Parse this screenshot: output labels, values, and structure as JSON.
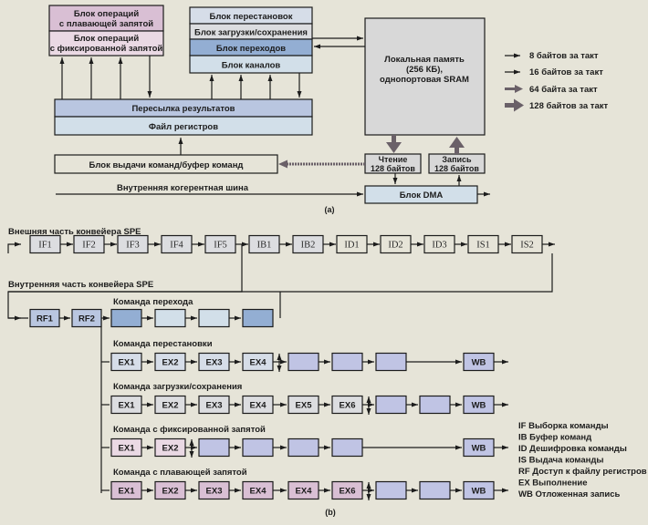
{
  "colors": {
    "background": "#e6e4d8",
    "float_unit": "#d9bfd4",
    "fixed_unit": "#ead9e4",
    "permute": "#d6dde8",
    "loadstore": "#dcdde0",
    "branch": "#93aed3",
    "channel": "#d2dfe9",
    "forward": "#b9c6e0",
    "regfile": "#d2dfe9",
    "local_store": "#d8d8d8",
    "rw_box": "#d8d8d8",
    "dma": "#d2dfe9",
    "front_stage": "#dcdde0",
    "rf_stage": "#b9c6e0",
    "branch_dark": "#93aed3",
    "branch_light": "#d2dfe9",
    "exec_violet": "#c0c4e4",
    "ex_gray": "#dcdde0",
    "ex_pink_light": "#ead9e4",
    "ex_pink": "#d9bfd4",
    "thick_arrow": "#6a6068"
  },
  "part_a": {
    "label": "(a)",
    "float_unit": [
      "Блок операций",
      "с плавающей запятой"
    ],
    "fixed_unit": [
      "Блок операций",
      "с фиксированной запятой"
    ],
    "permute_unit": "Блок перестановок",
    "loadstore_unit": "Блок загрузки/сохранения",
    "branch_unit": "Блок переходов",
    "channel_unit": "Блок каналов",
    "result_forwarding": "Пересылка результатов",
    "register_file": "Файл регистров",
    "issue_buffer": "Блок выдачи команд/буфер команд",
    "internal_bus": "Внутренняя когерентная шина",
    "local_store": [
      "Локальная память",
      "(256 КБ),",
      "однопортовая SRAM"
    ],
    "read": [
      "Чтение",
      "128 байтов"
    ],
    "write": [
      "Запись",
      "128 байтов"
    ],
    "dma": "Блок DMA",
    "legend": [
      {
        "label": "8 байтов за такт",
        "style": "thin"
      },
      {
        "label": "16 байтов за такт",
        "style": "thin"
      },
      {
        "label": "64 байта за такт",
        "style": "medium"
      },
      {
        "label": "128 байтов за такт",
        "style": "thick"
      }
    ]
  },
  "part_b": {
    "label": "(b)",
    "front_title": "Внешняя часть конвейера SPE",
    "front_stages": [
      "IF1",
      "IF2",
      "IF3",
      "IF4",
      "IF5",
      "IB1",
      "IB2",
      "ID1",
      "ID2",
      "ID3",
      "IS1",
      "IS2"
    ],
    "back_title": "Внутренняя часть конвейера SPE",
    "rf_stages": [
      "RF1",
      "RF2"
    ],
    "branch": {
      "title": "Команда перехода",
      "stages": [
        "",
        "",
        "",
        ""
      ]
    },
    "permute": {
      "title": "Команда перестановки",
      "stages": [
        "EX1",
        "EX2",
        "EX3",
        "EX4",
        "",
        "",
        "",
        "WB"
      ]
    },
    "loadstore": {
      "title": "Команда загрузки/сохранения",
      "stages": [
        "EX1",
        "EX2",
        "EX3",
        "EX4",
        "EX5",
        "EX6",
        "",
        "",
        "WB"
      ]
    },
    "fixed": {
      "title": "Команда с фиксированной запятой",
      "stages": [
        "EX1",
        "EX2",
        "",
        "",
        "",
        "",
        "WB"
      ]
    },
    "float": {
      "title": "Команда с плавающей запятой",
      "stages": [
        "EX1",
        "EX2",
        "EX3",
        "EX4",
        "EX4",
        "EX6",
        "",
        "",
        "WB"
      ]
    },
    "glossary": [
      "IF Выборка команды",
      "IB Буфер команд",
      "ID Дешифровка команды",
      "IS Выдача команды",
      "RF Доступ к файлу регистров",
      "EX Выполнение",
      "WB Отложенная запись"
    ]
  }
}
